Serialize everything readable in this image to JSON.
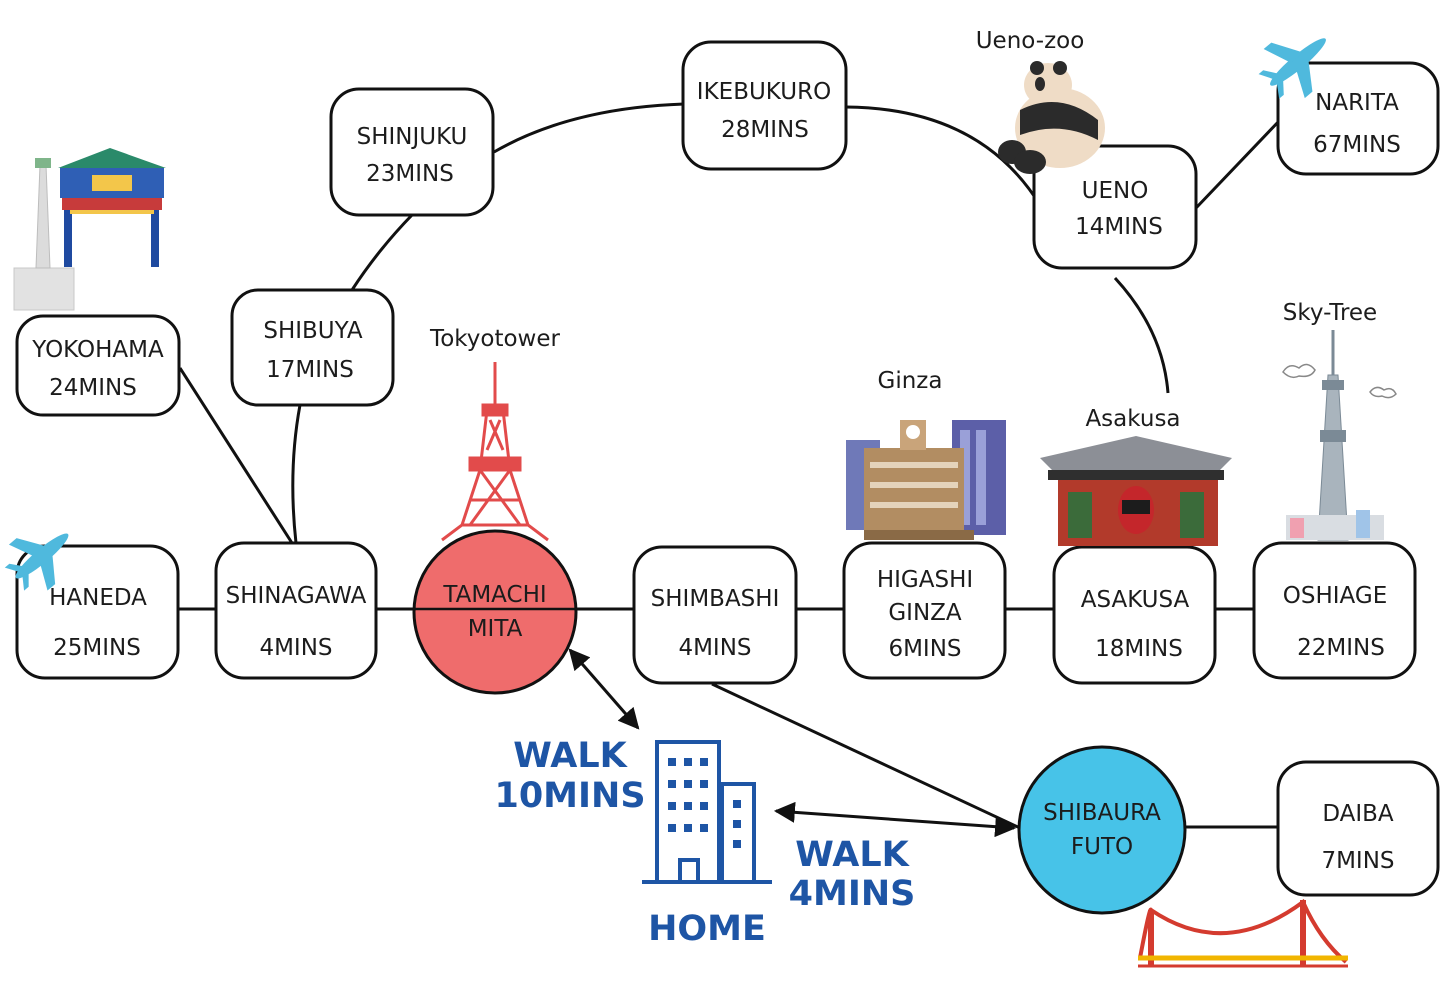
{
  "stations": {
    "yokohama": {
      "name": "YOKOHAMA",
      "time": "24MINS"
    },
    "shibuya": {
      "name": "SHIBUYA",
      "time": "17MINS"
    },
    "shinjuku": {
      "name": "SHINJUKU",
      "time": "23MINS"
    },
    "ikebukuro": {
      "name": "IKEBUKURO",
      "time": "28MINS"
    },
    "ueno": {
      "name": "UENO",
      "time": "14MINS"
    },
    "narita": {
      "name": "NARITA",
      "time": "67MINS"
    },
    "haneda": {
      "name": "HANEDA",
      "time": "25MINS"
    },
    "shinagawa": {
      "name": "SHINAGAWA",
      "time": "4MINS"
    },
    "tamachi_mita": {
      "line1": "TAMACHI",
      "line2": "MITA"
    },
    "shimbashi": {
      "name": "SHIMBASHI",
      "time": "4MINS"
    },
    "higashi_ginza": {
      "line1": "HIGASHI",
      "line2": "GINZA",
      "time": "6MINS"
    },
    "asakusa": {
      "name": "ASAKUSA",
      "time": "18MINS"
    },
    "oshiage": {
      "name": "OSHIAGE",
      "time": "22MINS"
    },
    "shibaura_futo": {
      "line1": "SHIBAURA",
      "line2": "FUTO"
    },
    "daiba": {
      "name": "DAIBA",
      "time": "7MINS"
    }
  },
  "landmarks": {
    "ueno_zoo": "Ueno-zoo",
    "tokyotower": "Tokyotower",
    "ginza": "Ginza",
    "asakusa": "Asakusa",
    "sky_tree": "Sky-Tree"
  },
  "walk": {
    "to_tamachi_line1": "WALK",
    "to_tamachi_line2": "10MINS",
    "to_shibaura_line1": "WALK",
    "to_shibaura_line2": "4MINS"
  },
  "home_label": "HOME",
  "colors": {
    "tamachi_fill": "#ef6c6c",
    "shibaura_fill": "#47c3e8",
    "walk_text": "#1e55a5",
    "line": "#111111",
    "tower_red": "#e24b4b",
    "plane": "#4fb9dd"
  },
  "icons": [
    "airplane-icon",
    "chinatown-gate-icon",
    "panda-icon",
    "tokyo-tower-icon",
    "ginza-building-icon",
    "kaminarimon-gate-icon",
    "sky-tree-icon",
    "home-building-icon",
    "rainbow-bridge-icon"
  ]
}
